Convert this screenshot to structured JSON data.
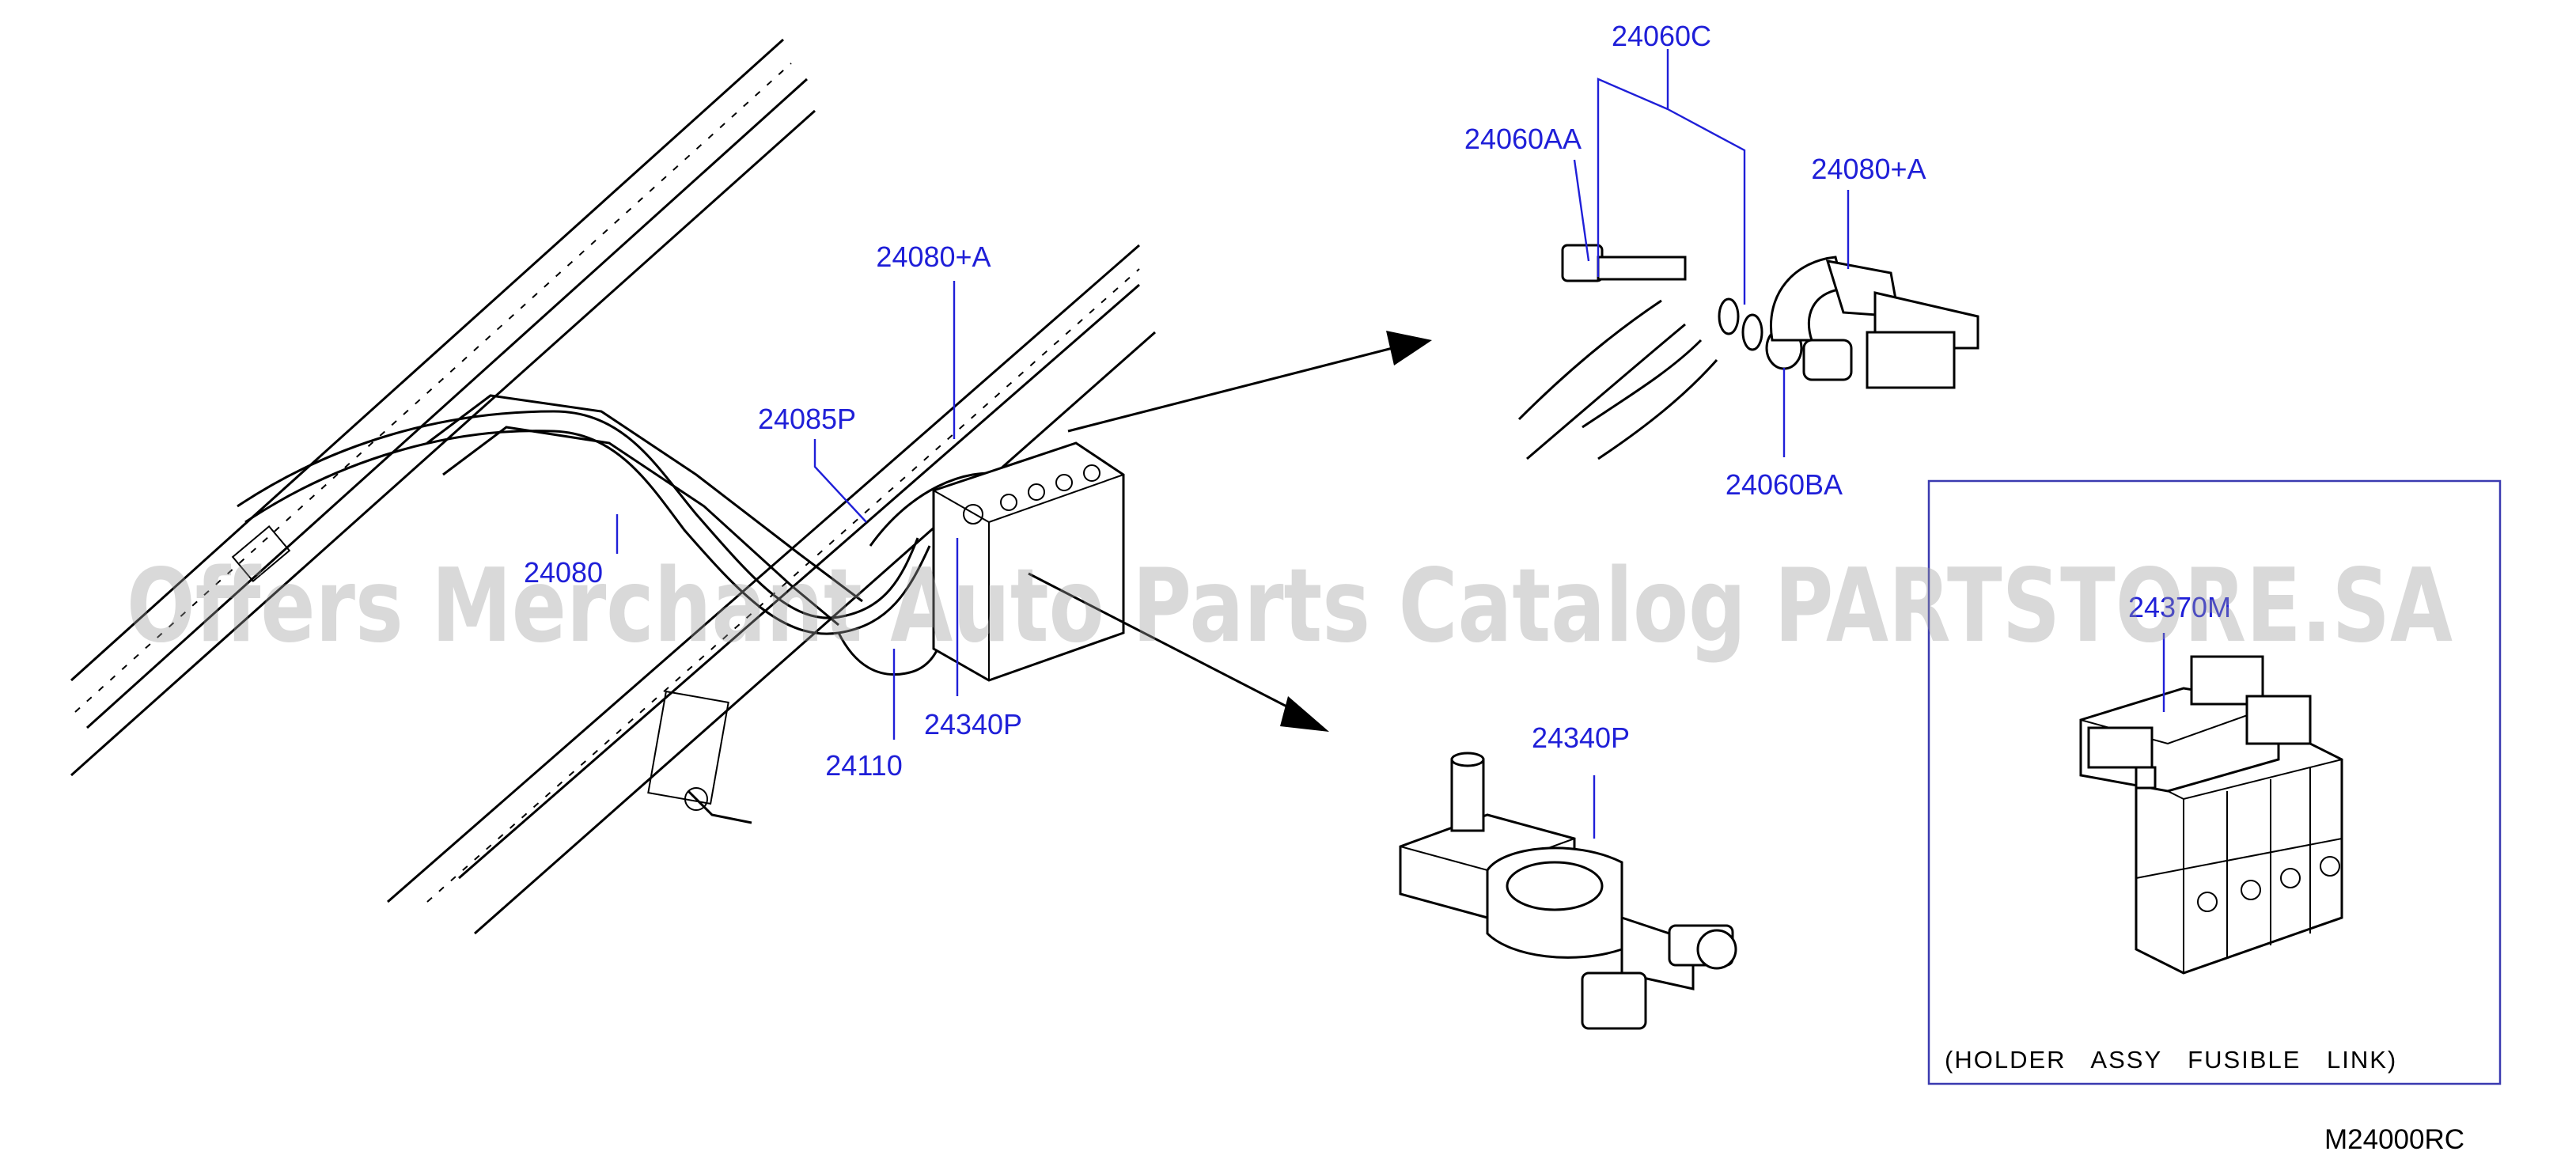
{
  "watermark": "Offers Merchant Auto Parts Catalog PARTSTORE.SA",
  "diagram_code": "M24000RC",
  "inset_caption": "(HOLDER ASSY FUSIBLE LINK)",
  "callouts": {
    "c24060C": "24060C",
    "c24060AA": "24060AA",
    "c24080A_top": "24080+A",
    "c24060BA": "24060BA",
    "c24080A_main": "24080+A",
    "c24085P": "24085P",
    "c24080": "24080",
    "c24340P_main": "24340P",
    "c24110": "24110",
    "c24340P_detail": "24340P",
    "c24370M": "24370M"
  },
  "colors": {
    "callout": "#1f1fd8",
    "line": "#000000",
    "inset_border": "#3a3ab0"
  }
}
